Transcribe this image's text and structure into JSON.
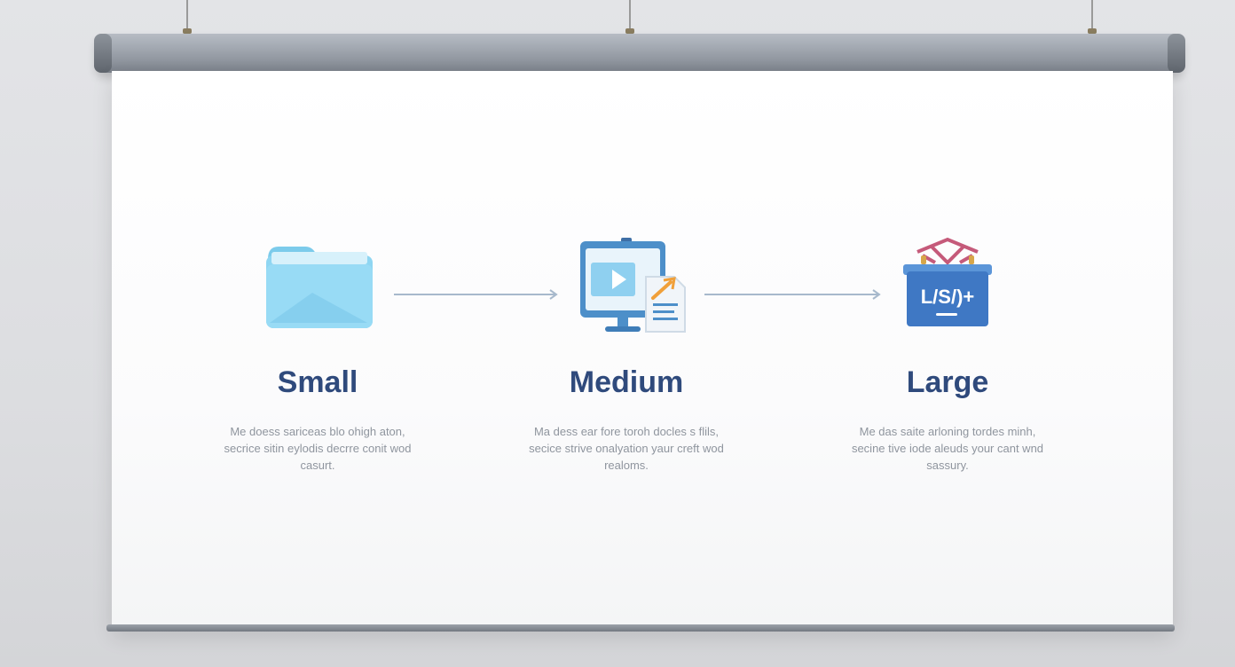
{
  "steps": [
    {
      "title": "Small",
      "description": "Me doess sariceas blo ohigh aton, secrice sitin eylodis decrre conit wod casurt.",
      "icon": "folder-icon"
    },
    {
      "title": "Medium",
      "description": "Ma dess ear fore toroh docles s flils, secice strive onalyation yaur creft wod realoms.",
      "icon": "monitor-document-icon"
    },
    {
      "title": "Large",
      "description": "Me das saite arloning tordes minh, secine tive iode aleuds your cant wnd sassury.",
      "icon": "toolbox-icon",
      "icon_label": "L/S/)+"
    }
  ],
  "colors": {
    "title": "#2f4a7c",
    "folder": "#8fd6f2",
    "monitor": "#4d8fc9",
    "toolbox": "#3f78c4",
    "handle": "#c55a7a"
  }
}
